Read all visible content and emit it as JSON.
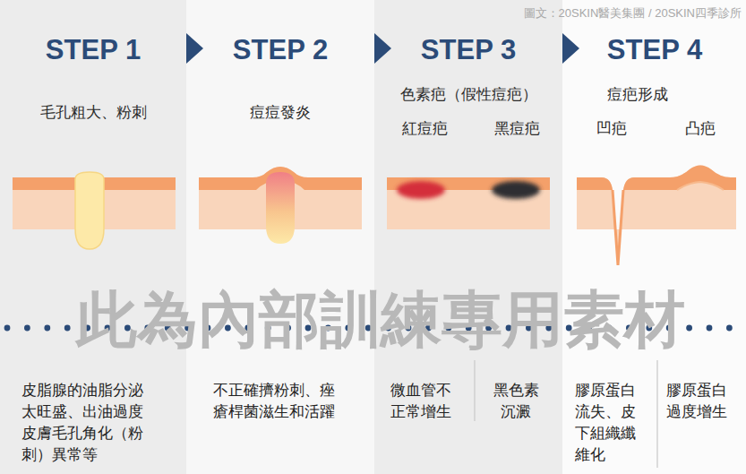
{
  "diagram": {
    "nodes": [
      {
        "text": [
          "STEP 1",
          "毛孔粗大、粉刺",
          "皮脂腺的油脂分泌太旺盛、出油過度皮膚毛孔角化（粉刺）異常等"
        ]
      },
      {
        "text": [
          "STEP 2",
          "痘痘發炎",
          "不正確擠粉刺、痤瘡桿菌滋生和活躍"
        ]
      },
      {
        "text": [
          "STEP 3",
          "色素疤（假性痘疤）",
          "紅痘疤",
          "黑痘疤",
          "微血管不正常增生",
          "黑色素沉澱"
        ]
      },
      {
        "text": [
          "STEP 4",
          "痘疤形成",
          "凹疤",
          "凸疤",
          "膠原蛋白流失、皮下組織纖維化",
          "膠原蛋白過度增生"
        ]
      }
    ],
    "edges": [
      {
        "from": 0,
        "to": 1,
        "arrow": "to"
      },
      {
        "from": 1,
        "to": 2,
        "arrow": "to"
      },
      {
        "from": 2,
        "to": 3,
        "arrow": "to"
      }
    ],
    "labels": [
      "圖文：20SKIN醫美集團 / 20SKIN四季診所",
      "此為內部訓練專用素材"
    ]
  }
}
